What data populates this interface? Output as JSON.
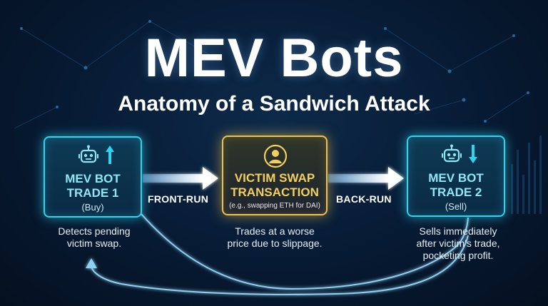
{
  "header": {
    "title": "MEV Bots",
    "subtitle": "Anatomy of a Sandwich Attack"
  },
  "steps": [
    {
      "title_line1": "MEV BOT",
      "title_line2": "TRADE 1",
      "sub": "(Buy)",
      "description_line1": "Detects pending",
      "description_line2": "victim swap.",
      "icon": "robot-icon",
      "direction_icon": "up-arrow-icon"
    },
    {
      "title_line1": "VICTIM SWAP",
      "title_line2": "TRANSACTION",
      "note": "(e.g., swapping ETH for DAI)",
      "description_line1": "Trades at a worse",
      "description_line2": "price due to slippage.",
      "icon": "user-icon"
    },
    {
      "title_line1": "MEV BOT",
      "title_line2": "TRADE 2",
      "sub": "(Sell)",
      "description_line1": "Sells immediately",
      "description_line2": "after victim's trade,",
      "description_line3": "pocketing profit.",
      "icon": "robot-icon",
      "direction_icon": "down-arrow-icon"
    }
  ],
  "arrows": {
    "front": "FRONT-RUN",
    "back": "BACK-RUN"
  },
  "colors": {
    "bot_accent": "#2fd4ef",
    "victim_accent": "#f1c24b",
    "background": "#071a33"
  }
}
